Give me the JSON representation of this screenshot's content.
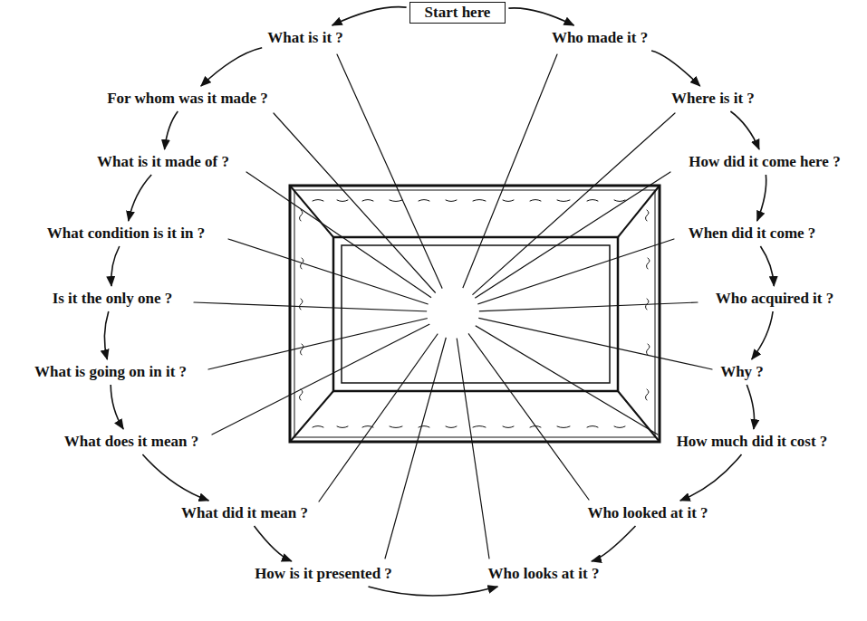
{
  "diagram": {
    "nodes": [
      {
        "text": [
          "Start here"
        ]
      },
      {
        "text": [
          "What is it ?"
        ]
      },
      {
        "text": [
          "Who made it ?"
        ]
      },
      {
        "text": [
          "For whom was it made ?"
        ]
      },
      {
        "text": [
          "Where is it ?"
        ]
      },
      {
        "text": [
          "What is it made of ?"
        ]
      },
      {
        "text": [
          "How did it come here ?"
        ]
      },
      {
        "text": [
          "What condition is it in ?"
        ]
      },
      {
        "text": [
          "When did it come ?"
        ]
      },
      {
        "text": [
          "Is it the only one ?"
        ]
      },
      {
        "text": [
          "Who acquired it ?"
        ]
      },
      {
        "text": [
          "What is going on in it ?"
        ]
      },
      {
        "text": [
          "Why ?"
        ]
      },
      {
        "text": [
          "What does it mean ?"
        ]
      },
      {
        "text": [
          "How much did it cost ?"
        ]
      },
      {
        "text": [
          "What did it mean ?"
        ]
      },
      {
        "text": [
          "Who looked at it ?"
        ]
      },
      {
        "text": [
          "How is it presented ?"
        ]
      },
      {
        "text": [
          "Who looks at it ?"
        ]
      }
    ],
    "edges": [
      {
        "from": 0,
        "to": 1,
        "arrow": "to"
      },
      {
        "from": 0,
        "to": 2,
        "arrow": "to"
      },
      {
        "from": 1,
        "to": 3,
        "arrow": "to"
      },
      {
        "from": 3,
        "to": 5,
        "arrow": "to"
      },
      {
        "from": 5,
        "to": 7,
        "arrow": "to"
      },
      {
        "from": 7,
        "to": 9,
        "arrow": "to"
      },
      {
        "from": 9,
        "to": 11,
        "arrow": "to"
      },
      {
        "from": 11,
        "to": 13,
        "arrow": "to"
      },
      {
        "from": 13,
        "to": 15,
        "arrow": "to"
      },
      {
        "from": 15,
        "to": 17,
        "arrow": "to"
      },
      {
        "from": 17,
        "to": 18,
        "arrow": "to"
      },
      {
        "from": 2,
        "to": 4,
        "arrow": "to"
      },
      {
        "from": 4,
        "to": 6,
        "arrow": "to"
      },
      {
        "from": 6,
        "to": 8,
        "arrow": "to"
      },
      {
        "from": 8,
        "to": 10,
        "arrow": "to"
      },
      {
        "from": 10,
        "to": 12,
        "arrow": "to"
      },
      {
        "from": 12,
        "to": 14,
        "arrow": "to"
      },
      {
        "from": 14,
        "to": 16,
        "arrow": "to"
      },
      {
        "from": 16,
        "to": 18,
        "arrow": "to"
      }
    ]
  }
}
